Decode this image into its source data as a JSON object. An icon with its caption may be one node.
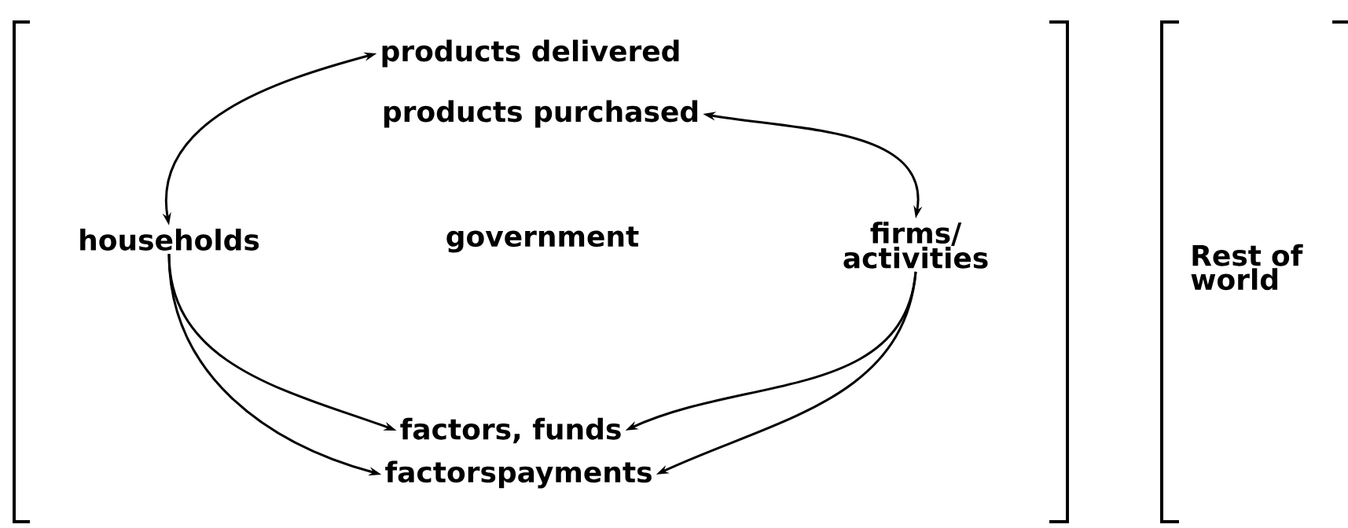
{
  "diagram": {
    "nodes": [
      {
        "text": [
          "households"
        ]
      },
      {
        "text": [
          "government"
        ]
      },
      {
        "text": [
          "firms/ activities"
        ]
      },
      {
        "text": [
          "products delivered"
        ]
      },
      {
        "text": [
          "products purchased"
        ]
      },
      {
        "text": [
          "factors, funds"
        ]
      },
      {
        "text": [
          "factorspayments"
        ]
      },
      {
        "text": [
          "Rest of world"
        ]
      }
    ],
    "edges": [
      {
        "from": 0,
        "to": 3,
        "arrow": "both"
      },
      {
        "from": 4,
        "to": 2,
        "arrow": "both"
      },
      {
        "from": 0,
        "to": 5,
        "arrow": "to"
      },
      {
        "from": 0,
        "to": 6,
        "arrow": "to"
      },
      {
        "from": 2,
        "to": 5,
        "arrow": "to"
      },
      {
        "from": 2,
        "to": 6,
        "arrow": "to"
      }
    ]
  }
}
